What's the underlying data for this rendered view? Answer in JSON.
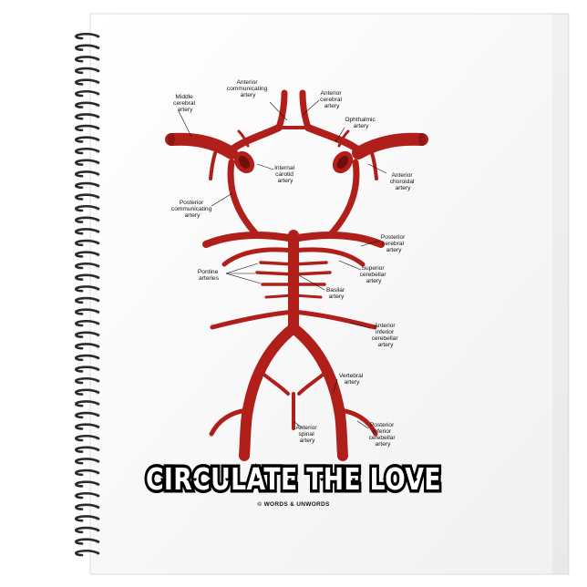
{
  "labels": {
    "anterior_communicating": [
      "Anterior",
      "communicating",
      "artery"
    ],
    "anterior_cerebral": [
      "Anterior",
      "cerebral",
      "artery"
    ],
    "middle_cerebral": [
      "Middle",
      "cerebral",
      "artery"
    ],
    "ophthalmic": [
      "Ophthalmic",
      "artery"
    ],
    "internal_carotid": [
      "Internal",
      "carotid",
      "artery"
    ],
    "anterior_choroidal": [
      "Anterior",
      "choroidal",
      "artery"
    ],
    "posterior_communicating": [
      "Posterior",
      "communicating",
      "artery"
    ],
    "posterior_cerebral": [
      "Posterior",
      "cerebral",
      "artery"
    ],
    "pontine": [
      "Pontine",
      "arteries"
    ],
    "superior_cerebellar": [
      "Superior",
      "cerebellar",
      "artery"
    ],
    "basilar": [
      "Basilar",
      "artery"
    ],
    "anterior_inferior_cerebellar": [
      "Anterior",
      "inferior",
      "cerebellar",
      "artery"
    ],
    "vertebral": [
      "Vertebral",
      "artery"
    ],
    "anterior_spinal": [
      "Anterior",
      "spinal",
      "artery"
    ],
    "posterior_inferior_cerebellar": [
      "Posterior",
      "inferior",
      "cerebellar",
      "artery"
    ]
  },
  "headline": "CIRCULATE THE LOVE",
  "copyright": "© WORDS & UNWORDS",
  "colors": {
    "artery": "#b01f1a",
    "artery_dark": "#6e0f0c",
    "ink": "#111111"
  }
}
